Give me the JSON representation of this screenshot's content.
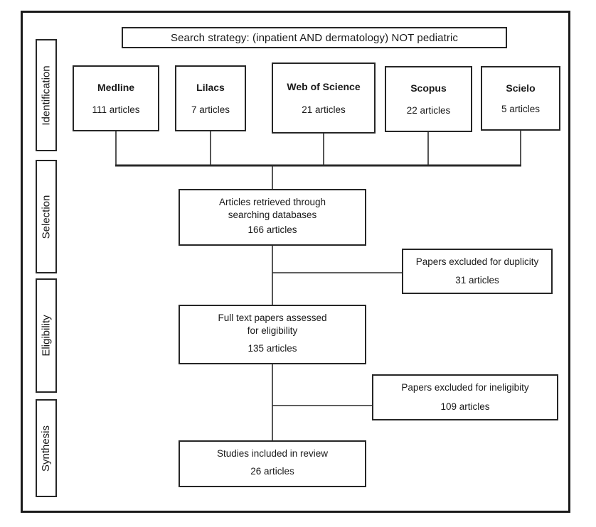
{
  "title": "Search strategy: (inpatient AND dermatology) NOT pediatric",
  "stages": [
    {
      "label": "Identification"
    },
    {
      "label": "Selection"
    },
    {
      "label": "Eligibility"
    },
    {
      "label": "Synthesis"
    }
  ],
  "databases": [
    {
      "name": "Medline",
      "count": "111 articles"
    },
    {
      "name": "Lilacs",
      "count": "7 articles"
    },
    {
      "name": "Web of Science",
      "count": "21 articles"
    },
    {
      "name": "Scopus",
      "count": "22 articles"
    },
    {
      "name": "Scielo",
      "count": "5 articles"
    }
  ],
  "flow_boxes": [
    {
      "line1": "Articles retrieved through",
      "line2": "searching databases",
      "count": "166 articles"
    },
    {
      "line1": "Full text papers assessed",
      "line2": "for eligibility",
      "count": "135 articles"
    },
    {
      "line1": "Studies included in review",
      "count": "26 articles"
    }
  ],
  "exclusion_boxes": [
    {
      "label": "Papers excluded for duplicity",
      "count": "31 articles"
    },
    {
      "label": "Papers excluded for ineligibity",
      "count": "109 articles"
    }
  ],
  "colors": {
    "border": "#1a1a1a",
    "line": "#2a2a2a",
    "background": "#ffffff",
    "text": "#1a1a1a"
  }
}
